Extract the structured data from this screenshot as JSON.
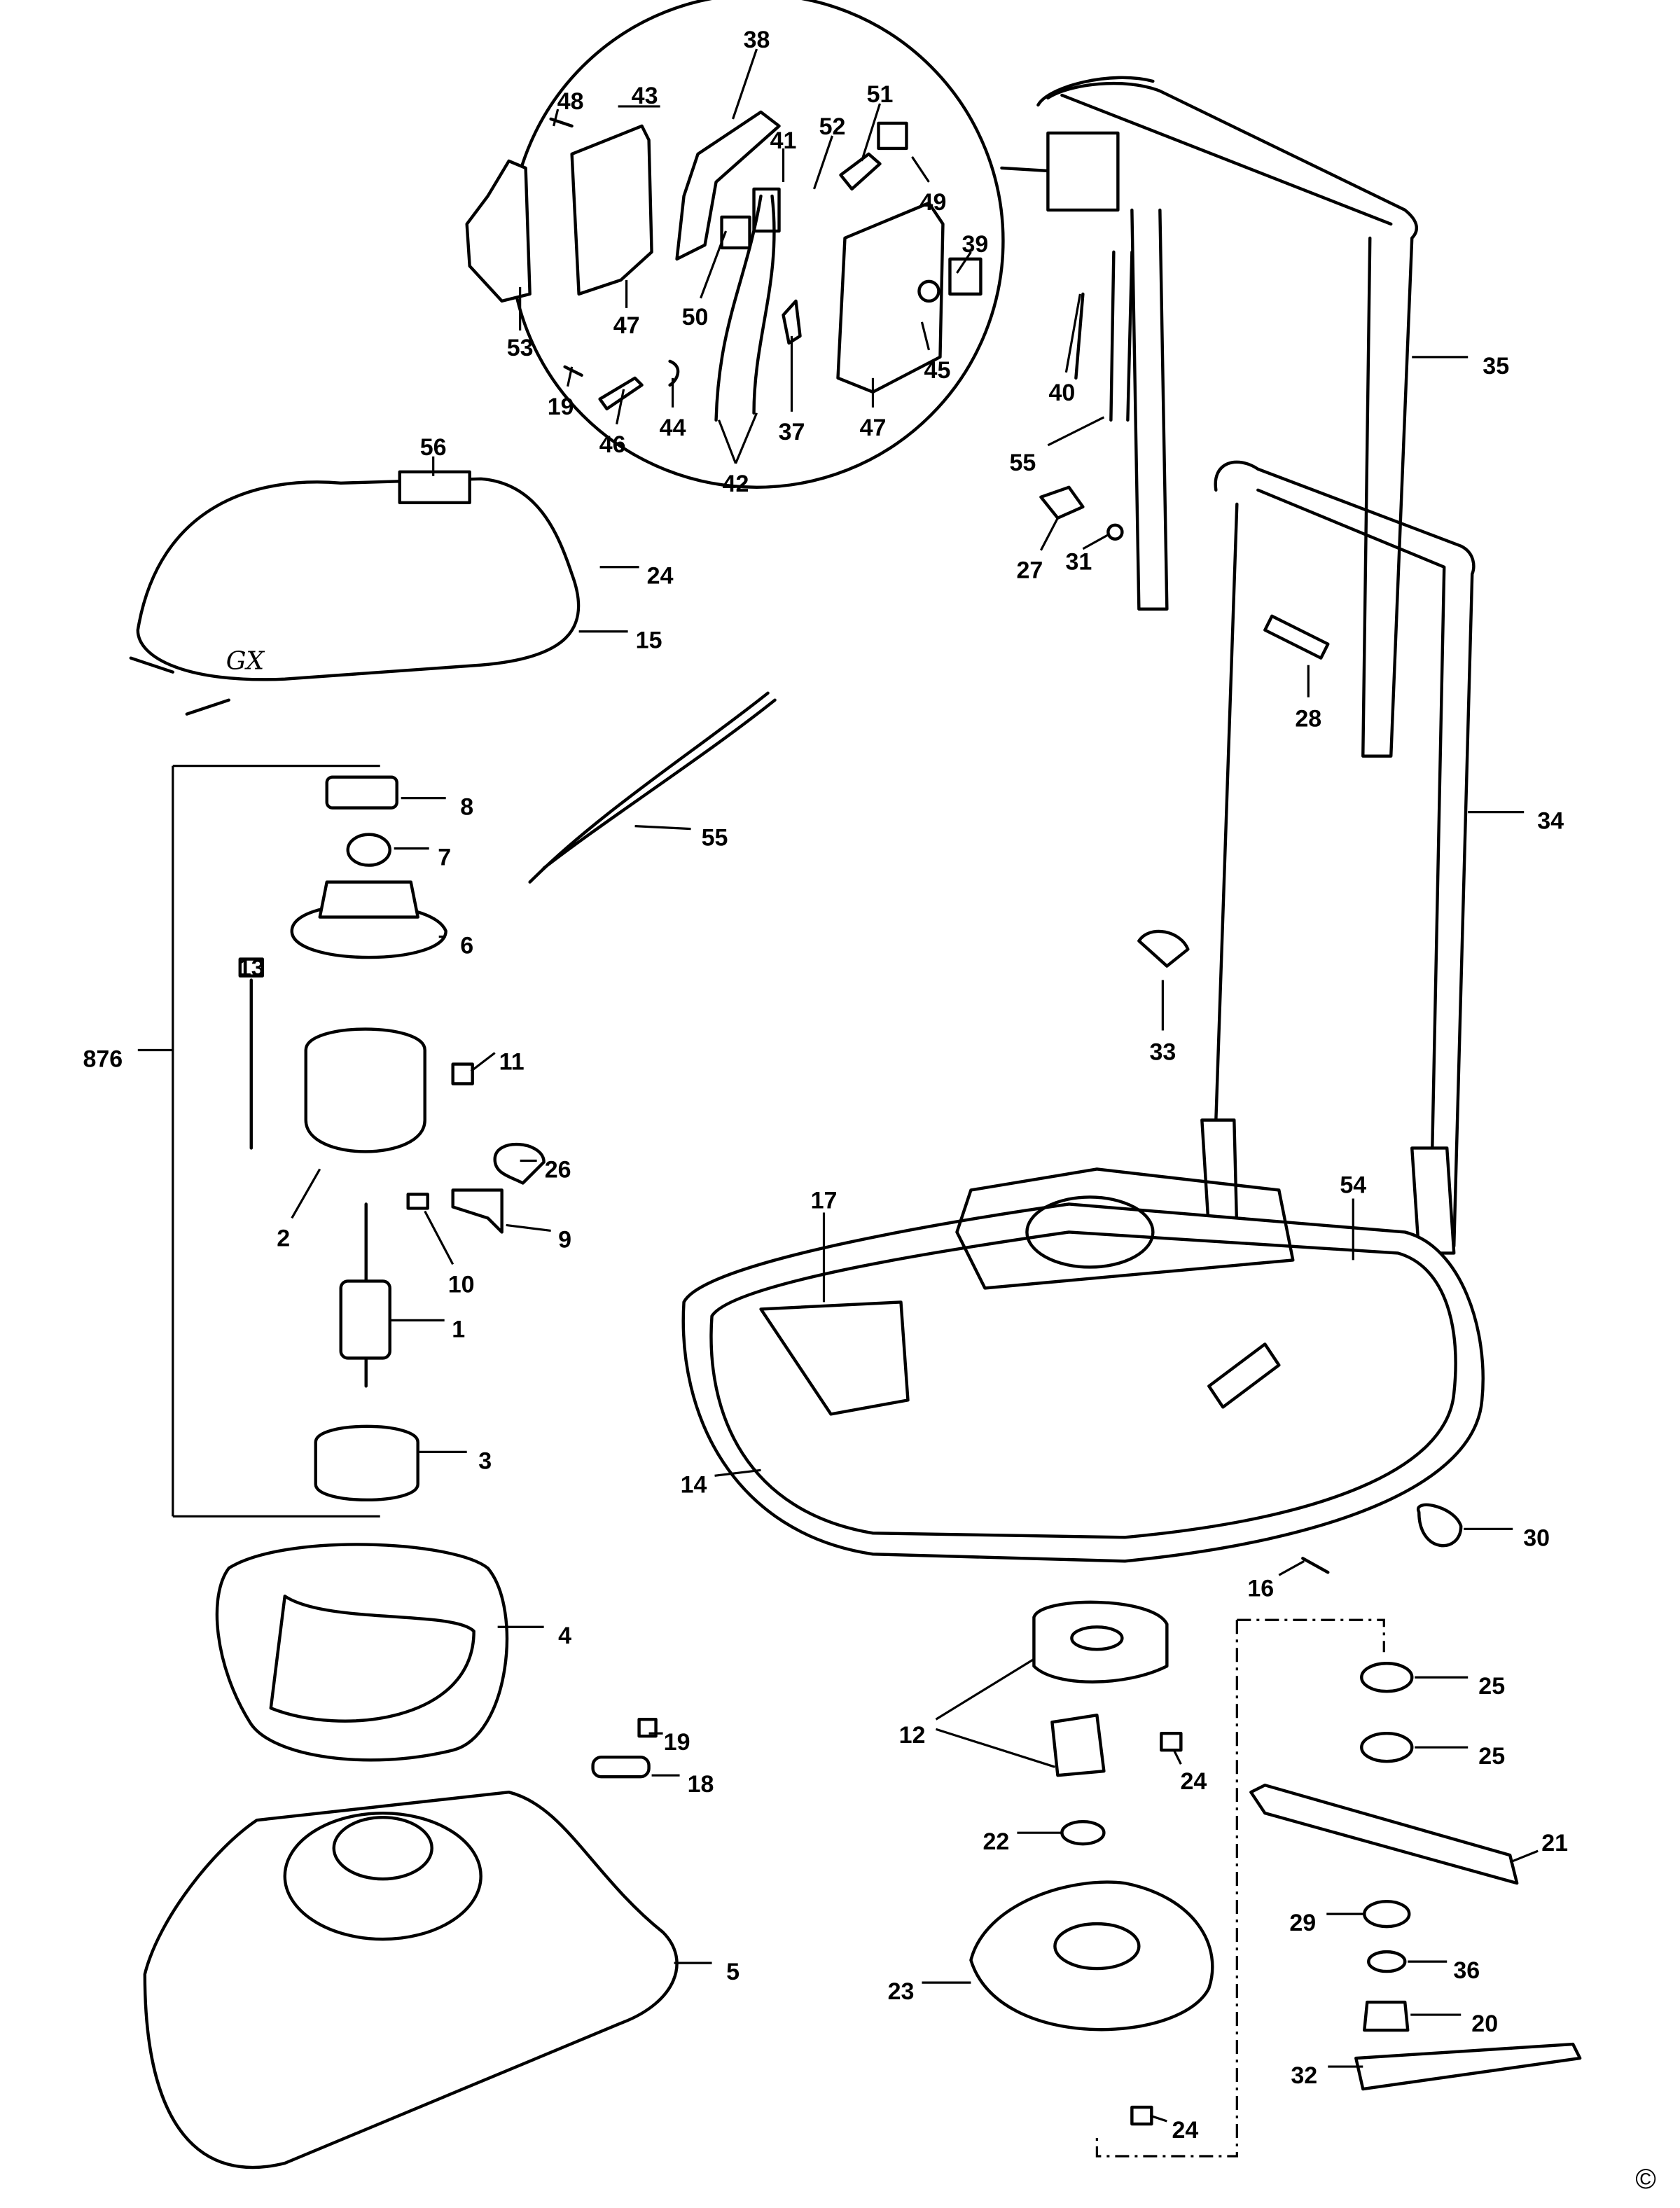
{
  "callouts": [
    "38",
    "48",
    "43",
    "51",
    "41",
    "52",
    "49",
    "39",
    "53",
    "47",
    "50",
    "45",
    "19",
    "46",
    "44",
    "37",
    "47",
    "42",
    "40",
    "35",
    "55",
    "56",
    "24",
    "27",
    "31",
    "28",
    "15",
    "8",
    "55",
    "34",
    "7",
    "6",
    "13",
    "876",
    "11",
    "33",
    "26",
    "2",
    "9",
    "10",
    "17",
    "54",
    "1",
    "3",
    "14",
    "30",
    "16",
    "4",
    "25",
    "12",
    "25",
    "19",
    "24",
    "18",
    "21",
    "22",
    "29",
    "5",
    "36",
    "23",
    "20",
    "32",
    "24"
  ],
  "hood_marking": "GX",
  "copyright_symbol": "©"
}
